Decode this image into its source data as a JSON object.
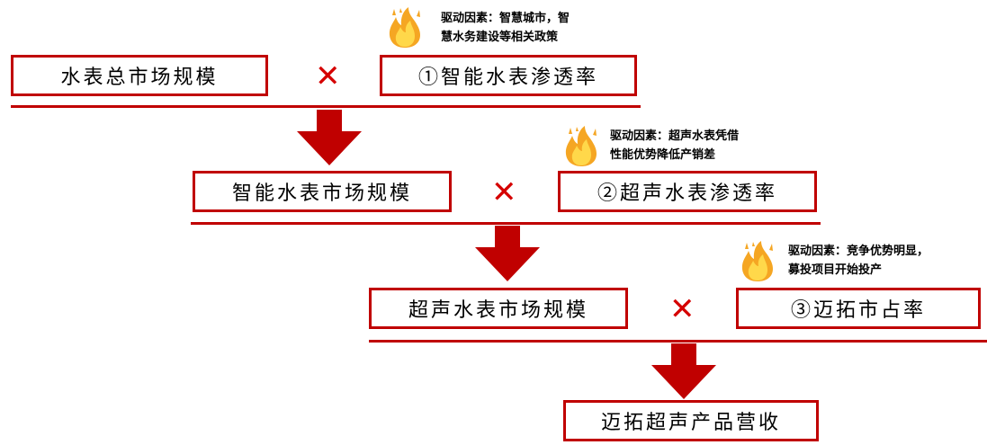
{
  "row1": {
    "left": "水表总市场规模",
    "times": "✕",
    "right": "①智能水表渗透率",
    "driver": [
      "驱动因素：智慧城市，智",
      "慧水务建设等相关政策"
    ]
  },
  "row2": {
    "left": "智能水表市场规模",
    "times": "✕",
    "right": "②超声水表渗透率",
    "driver": [
      "驱动因素：超声水表凭借",
      "性能优势降低产销差"
    ]
  },
  "row3": {
    "left": "超声水表市场规模",
    "times": "✕",
    "right": "③迈拓市占率",
    "driver": [
      "驱动因素：竞争优势明显，",
      "募投项目开始投产"
    ]
  },
  "result": "迈拓超声产品营收",
  "colors": {
    "accent": "#c00000",
    "times": "#d50000",
    "flame_outer": "#f5a623",
    "flame_inner": "#ffd84a"
  },
  "icons": {
    "driver_icon": "flame-icon",
    "arrow_icon": "down-arrow-icon"
  }
}
